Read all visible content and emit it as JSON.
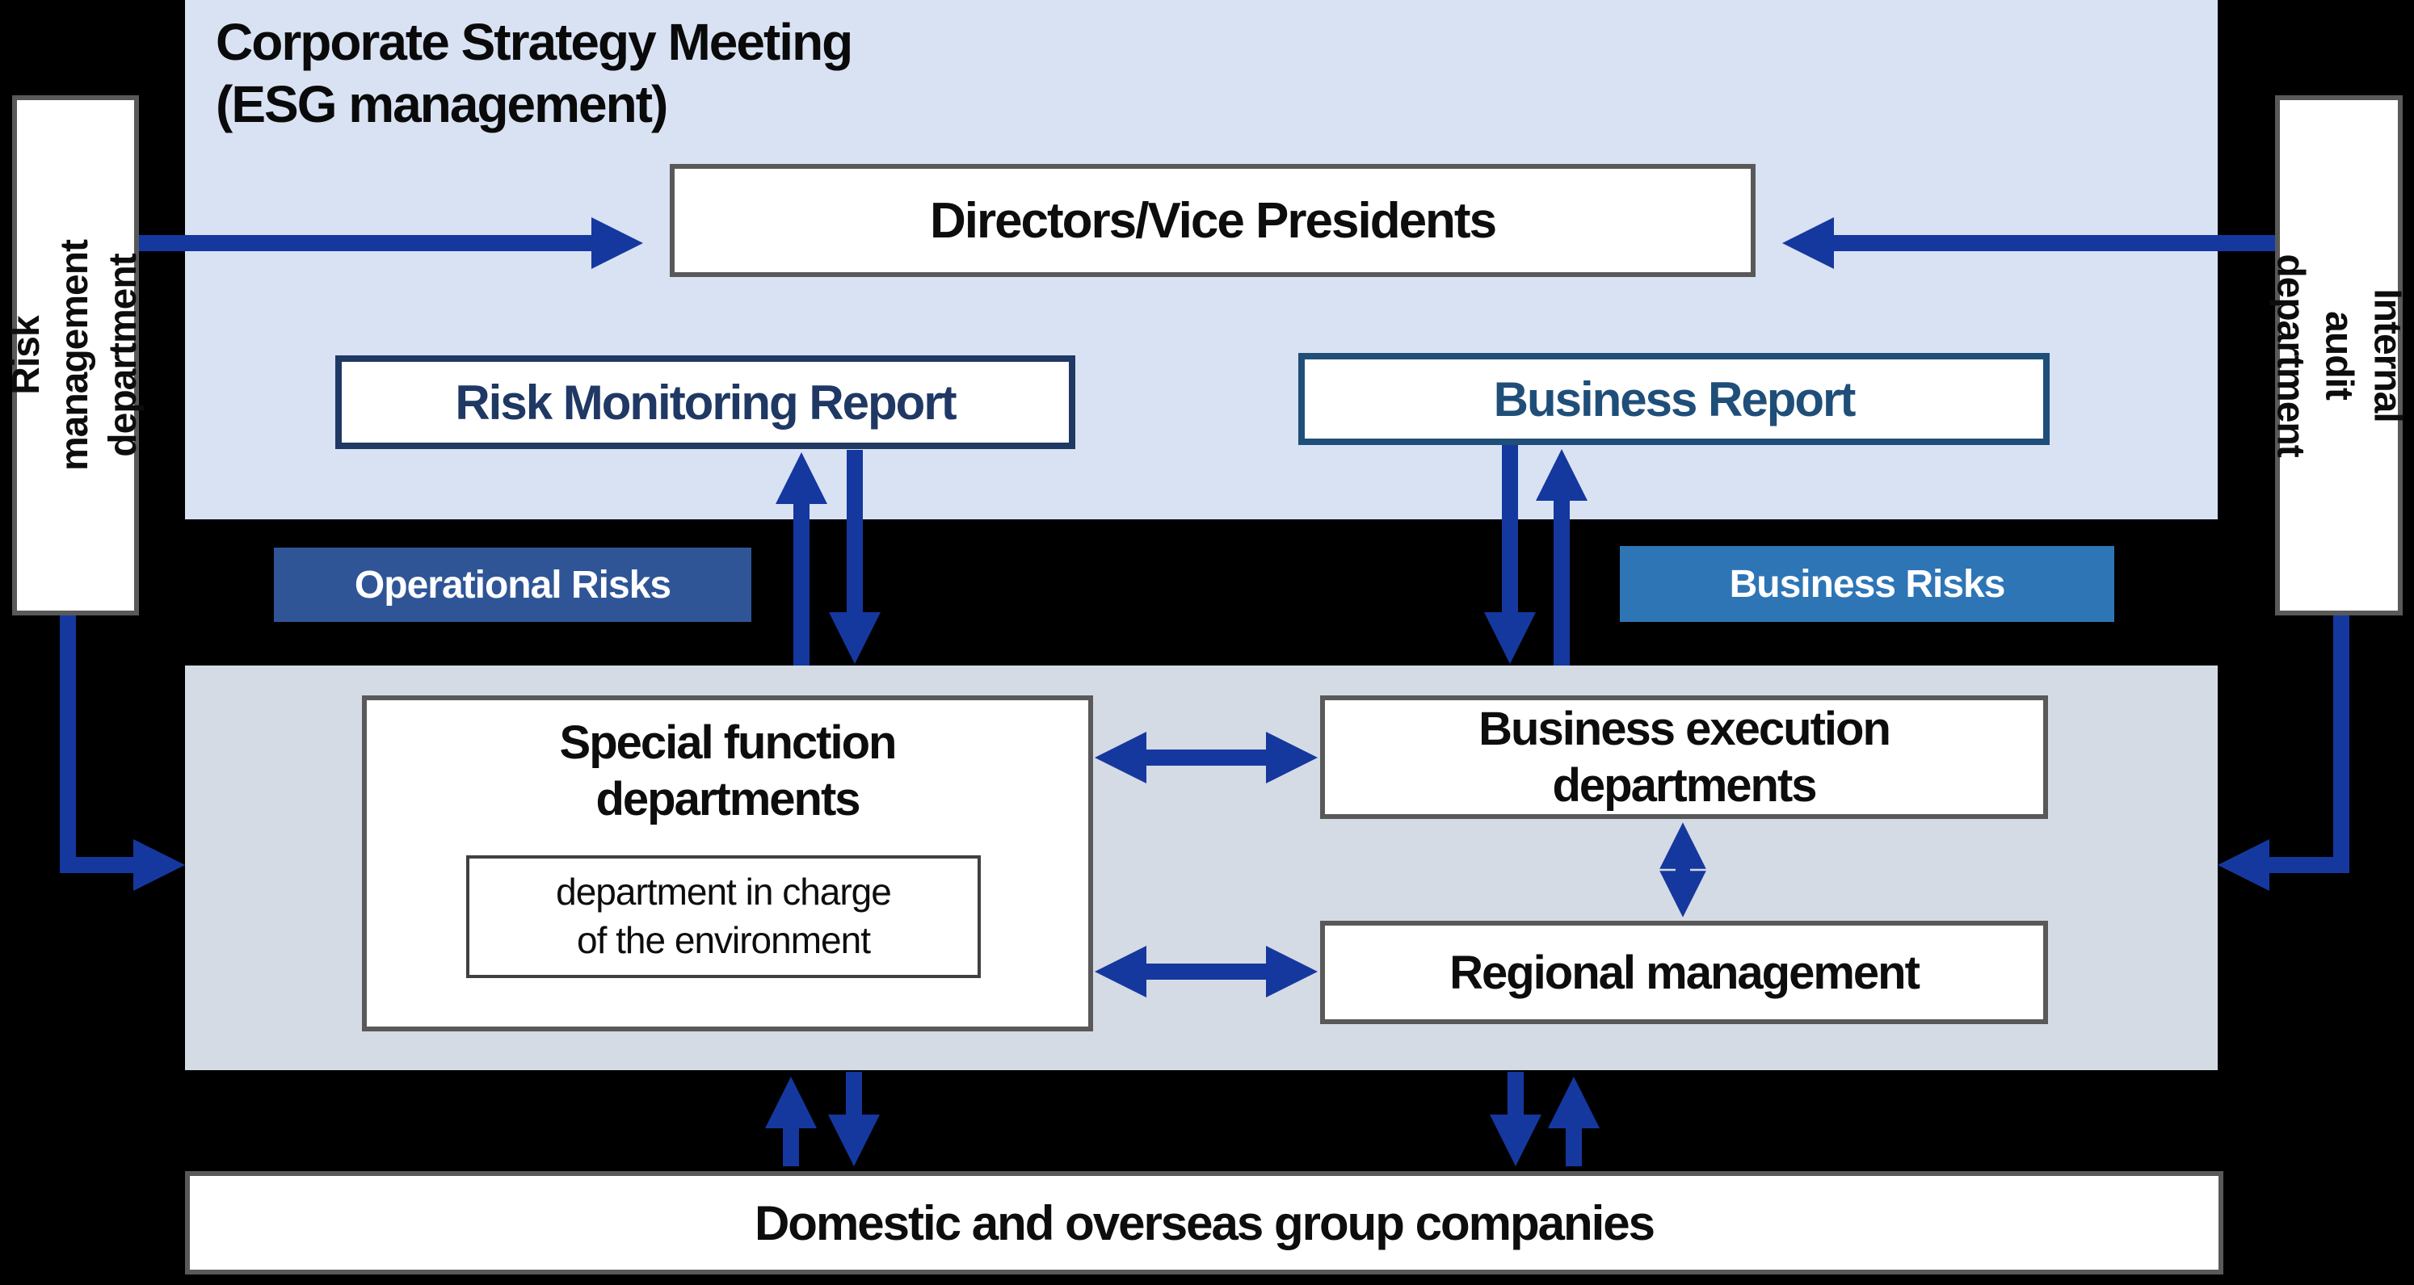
{
  "title": "Corporate Strategy Meeting\n(ESG management)",
  "top_section": {
    "directors_label": "Directors/Vice Presidents",
    "risk_monitoring_report_label": "Risk Monitoring Report",
    "business_report_label": "Business Report"
  },
  "badges": {
    "operational_risks": "Operational Risks",
    "business_risks": "Business Risks"
  },
  "mid_section": {
    "special_function_label": "Special function\ndepartments",
    "environment_dept_label": "department in charge\nof the environment",
    "business_execution_label": "Business execution\ndepartments",
    "regional_management_label": "Regional management"
  },
  "bottom_section": {
    "group_companies_label": "Domestic and overseas group companies"
  },
  "side_boxes": {
    "left_label": "Risk management\ndepartment",
    "right_label": "Internal audit\ndepartment"
  },
  "colors": {
    "page_background": "#000000",
    "top_section_background": "#d9e2f3",
    "mid_section_background": "#d5dbe4",
    "box_border_gray": "#595959",
    "risk_report_navy": "#1f3864",
    "business_report_blue": "#1f4e79",
    "operational_badge_blue": "#2f5597",
    "business_badge_blue": "#2e75b6",
    "arrow_blue": "#15389f"
  }
}
